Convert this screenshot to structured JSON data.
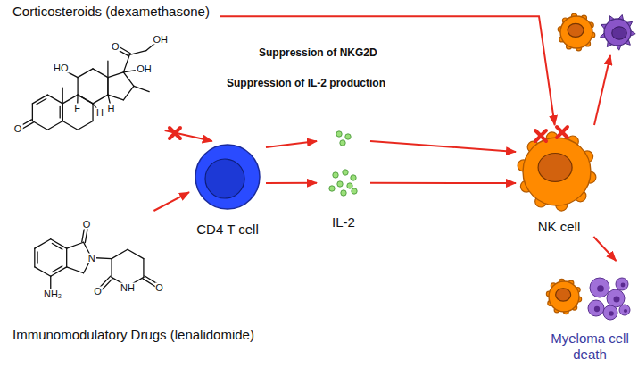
{
  "diagram": {
    "nodes": [
      {
        "text": [
          "Corticosteroids (dexamethasone)"
        ]
      },
      {
        "text": [
          "Immunomodulatory Drugs (lenalidomide)"
        ]
      },
      {
        "text": [
          "CD4 T cell"
        ]
      },
      {
        "text": [
          "IL-2"
        ]
      },
      {
        "text": [
          "NK cell"
        ]
      },
      {
        "text": [
          "Myeloma cell death"
        ]
      }
    ],
    "edges": [
      {
        "from": 0,
        "to": 4,
        "label": "Suppression of NKG2D",
        "arrow": "to"
      },
      {
        "from": 0,
        "to": 2,
        "label": "Suppression of IL-2 production",
        "arrow": "to"
      },
      {
        "from": 1,
        "to": 2,
        "arrow": "to"
      },
      {
        "from": 2,
        "to": 3,
        "arrow": "to"
      },
      {
        "from": 2,
        "to": 3,
        "arrow": "to"
      },
      {
        "from": 3,
        "to": 4,
        "arrow": "to"
      },
      {
        "from": 3,
        "to": 4,
        "arrow": "to"
      },
      {
        "from": 4,
        "to": 5,
        "arrow": "to"
      }
    ],
    "labels": [
      "O",
      "OH",
      "HO",
      "OH",
      "F",
      "H",
      "H",
      "O",
      "O",
      "N",
      "O",
      "NH",
      "O",
      "NH₂"
    ]
  }
}
